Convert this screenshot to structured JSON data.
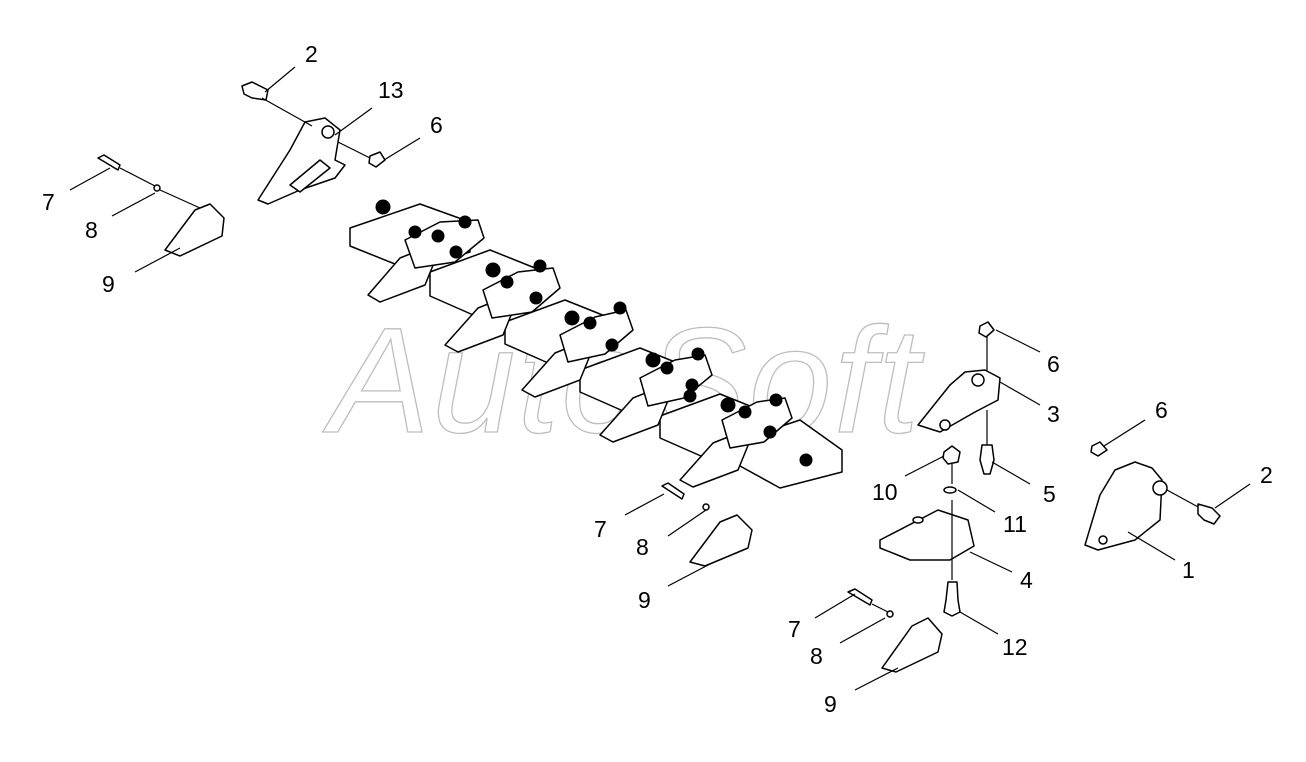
{
  "watermark": "AutoSoft",
  "callouts": {
    "c1": "1",
    "c2a": "2",
    "c2b": "2",
    "c3": "3",
    "c4": "4",
    "c5": "5",
    "c6a": "6",
    "c6b": "6",
    "c6c": "6",
    "c7a": "7",
    "c7b": "7",
    "c7c": "7",
    "c8a": "8",
    "c8b": "8",
    "c8c": "8",
    "c9a": "9",
    "c9b": "9",
    "c9c": "9",
    "c10": "10",
    "c11": "11",
    "c12": "12",
    "c13": "13"
  }
}
